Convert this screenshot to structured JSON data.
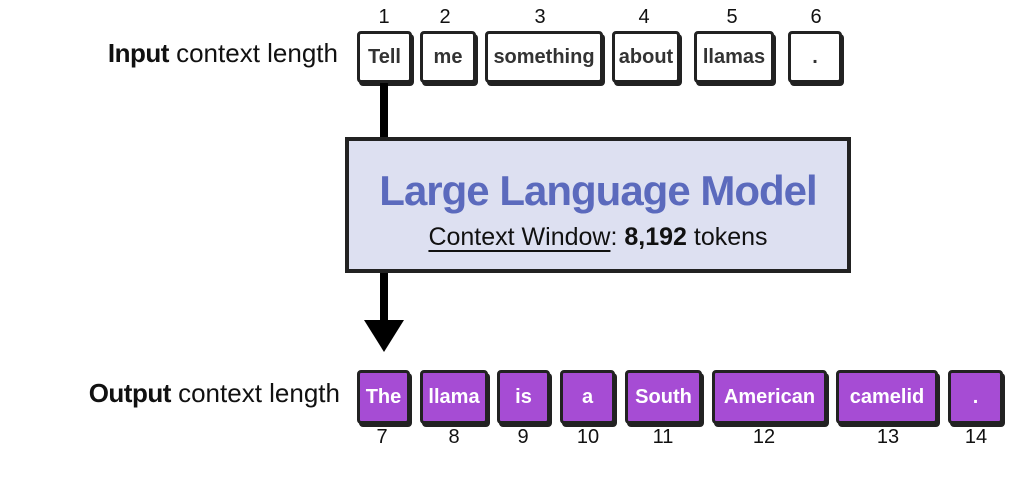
{
  "input": {
    "label_bold": "Input",
    "label_rest": " context length",
    "tokens": [
      {
        "text": "Tell",
        "num": "1"
      },
      {
        "text": "me",
        "num": "2"
      },
      {
        "text": "something",
        "num": "3"
      },
      {
        "text": "about",
        "num": "4"
      },
      {
        "text": "llamas",
        "num": "5"
      },
      {
        "text": ".",
        "num": "6"
      }
    ]
  },
  "model": {
    "title": "Large Language Model",
    "context_label": "Context Window",
    "separator": ": ",
    "context_value": "8,192",
    "context_unit": " tokens"
  },
  "output": {
    "label_bold": "Output",
    "label_rest": " context length",
    "tokens": [
      {
        "text": "The",
        "num": "7"
      },
      {
        "text": "llama",
        "num": "8"
      },
      {
        "text": "is",
        "num": "9"
      },
      {
        "text": "a",
        "num": "10"
      },
      {
        "text": "South",
        "num": "11"
      },
      {
        "text": "American",
        "num": "12"
      },
      {
        "text": "camelid",
        "num": "13"
      },
      {
        "text": ".",
        "num": "14"
      }
    ]
  },
  "colors": {
    "output_token": "#a64cd4",
    "model_bg": "#dde0f1",
    "model_title": "#5b6abd"
  }
}
